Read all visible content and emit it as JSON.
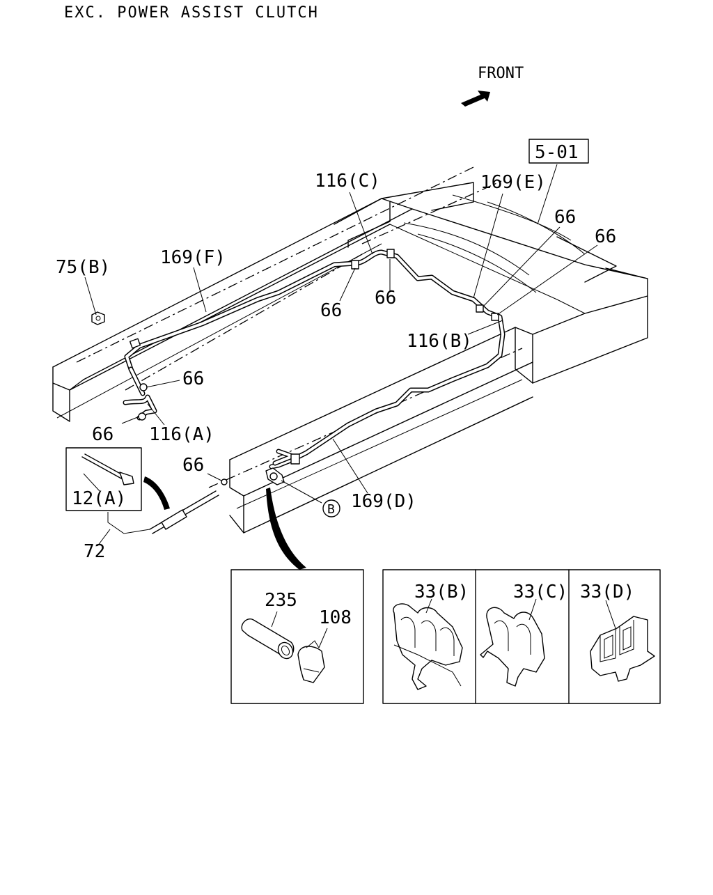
{
  "header": {
    "title": "EXC. POWER ASSIST CLUTCH"
  },
  "orientation": {
    "front_label": "FRONT"
  },
  "reference_box": {
    "label": "5-01"
  },
  "callouts": {
    "c_116c": "116(C)",
    "c_169e": "169(E)",
    "c_66_upper_right": "66",
    "c_66_right": "66",
    "c_169f": "169(F)",
    "c_75b": "75(B)",
    "c_66_center_left": "66",
    "c_66_center": "66",
    "c_116b": "116(B)",
    "c_66_left": "66",
    "c_66_lower_left": "66",
    "c_116a": "116(A)",
    "c_66_bottom": "66",
    "c_12a": "12(A)",
    "c_72": "72",
    "c_b_circle": "B",
    "c_169d": "169(D)"
  },
  "detail_panels": {
    "connector": {
      "part_235": "235",
      "part_108": "108"
    },
    "clips": {
      "clip_33b": "33(B)",
      "clip_33c": "33(C)",
      "clip_33d": "33(D)"
    }
  }
}
